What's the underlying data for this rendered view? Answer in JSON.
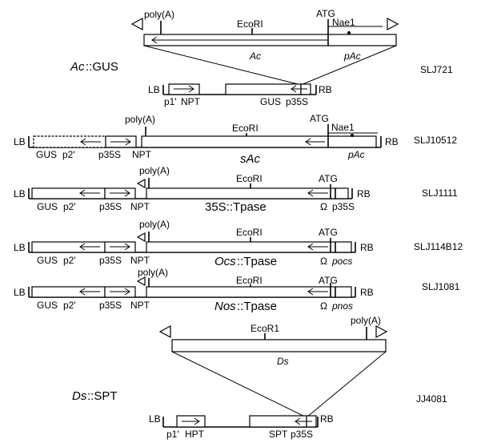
{
  "ac_element": {
    "poly_a": "poly(A)",
    "ecori": "EcoRI",
    "atg": "ATG",
    "nae1": "Nae1",
    "name": "Ac",
    "promoter": "pAc"
  },
  "construct_ac_gus": {
    "name": "Ac::GUS",
    "name_italic": "Ac",
    "name_rest": "::GUS",
    "id": "SLJ721",
    "lb": "LB",
    "rb": "RB",
    "labels": [
      "p1'",
      "NPT",
      "GUS",
      "p35S"
    ]
  },
  "construct_sac": {
    "id": "SLJ10512",
    "lb": "LB",
    "rb": "RB",
    "poly_a": "poly(A)",
    "ecori": "EcoRI",
    "atg": "ATG",
    "nae1": "Nae1",
    "labels": [
      "GUS",
      "p2'",
      "p35S",
      "NPT"
    ],
    "name": "sAc",
    "promoter": "pAc"
  },
  "construct_35s_tpase": {
    "id": "SLJ1111",
    "lb": "LB",
    "rb": "RB",
    "poly_a": "poly(A)",
    "ecori": "EcoRI",
    "atg": "ATG",
    "labels": [
      "GUS",
      "p2'",
      "p35S",
      "NPT"
    ],
    "name": "35S::Tpase",
    "omega": "Ω",
    "promoter": "p35S"
  },
  "construct_ocs_tpase": {
    "id": "SLJ114B12",
    "lb": "LB",
    "rb": "RB",
    "poly_a": "poly(A)",
    "ecori": "EcoRI",
    "atg": "ATG",
    "labels": [
      "GUS",
      "p2'",
      "p35S",
      "NPT"
    ],
    "name_italic": "Ocs",
    "name_rest": "::Tpase",
    "omega": "Ω",
    "promoter": "pocs"
  },
  "construct_nos_tpase": {
    "id": "SLJ1081",
    "lb": "LB",
    "rb": "RB",
    "poly_a": "poly(A)",
    "ecori": "EcoRI",
    "atg": "ATG",
    "labels": [
      "GUS",
      "p2'",
      "p35S",
      "NPT"
    ],
    "name_italic": "Nos",
    "name_rest": "::Tpase",
    "omega": "Ω",
    "promoter": "pnos"
  },
  "ds_element": {
    "ecor1": "EcoR1",
    "poly_a": "poly(A)",
    "name": "Ds"
  },
  "construct_ds_spt": {
    "name_italic": "Ds",
    "name_rest": "::SPT",
    "id": "JJ4081",
    "lb": "LB",
    "rb": "RB",
    "labels": [
      "p1'",
      "HPT",
      "SPT",
      "p35S"
    ]
  }
}
